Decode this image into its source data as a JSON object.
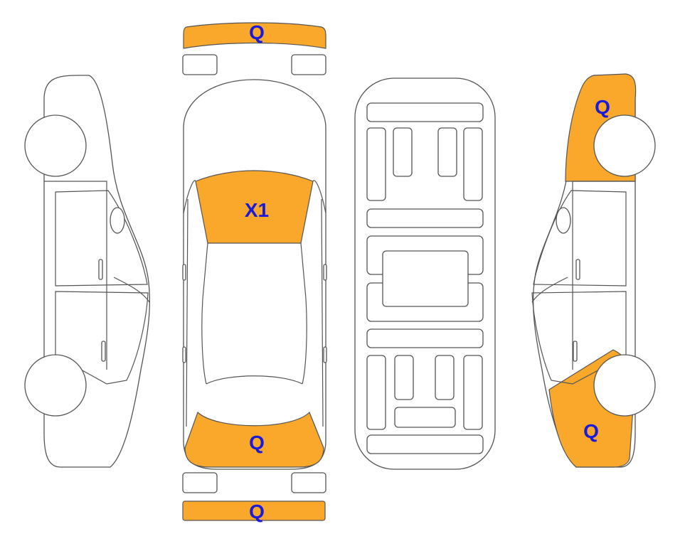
{
  "colors": {
    "damage_fill": "#f9a82c",
    "label_color": "#1a1adb",
    "outline": "#555555"
  },
  "marks": {
    "front_bumper": "Q",
    "windshield": "X1",
    "rear_upper": "Q",
    "rear_bumper": "Q",
    "right_front": "Q",
    "right_rear": "Q"
  }
}
